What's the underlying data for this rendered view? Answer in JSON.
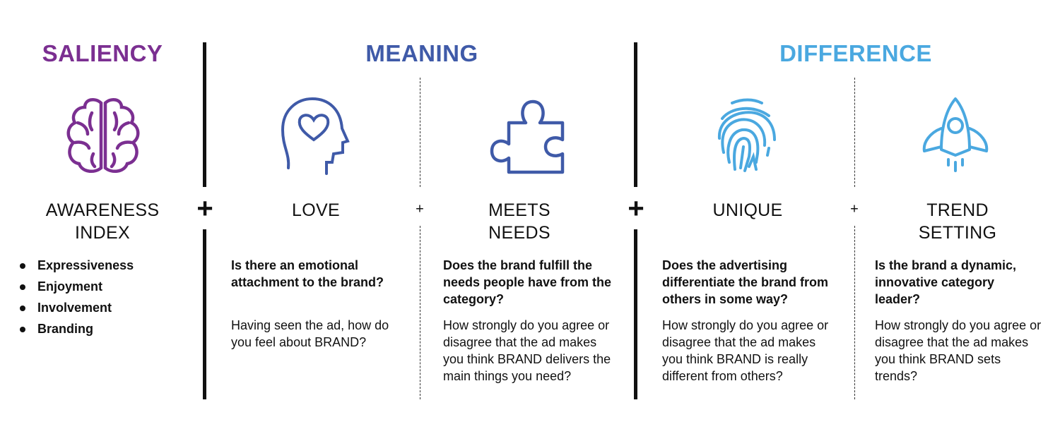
{
  "colors": {
    "saliency": "#7b2f91",
    "meaning": "#3f5aa8",
    "difference": "#4aa8e0"
  },
  "headers": {
    "saliency": "SALIENCY",
    "meaning": "MEANING",
    "difference": "DIFFERENCE"
  },
  "columns": [
    {
      "icon": "brain-icon",
      "label_lines": [
        "AWARENESS",
        "INDEX"
      ],
      "bullets": [
        "Expressiveness",
        "Enjoyment",
        "Involvement",
        "Branding"
      ]
    },
    {
      "icon": "head-heart-icon",
      "label_lines": [
        "LOVE"
      ],
      "question": "Is there an emotional attachment to the brand?",
      "body": "Having seen the ad, how do you feel about BRAND?"
    },
    {
      "icon": "puzzle-piece-icon",
      "label_lines": [
        "MEETS",
        "NEEDS"
      ],
      "question": "Does the brand fulfill the needs people have from the category?",
      "body": "How strongly do you agree or disagree that the ad makes you think BRAND delivers the main things you need?"
    },
    {
      "icon": "fingerprint-icon",
      "label_lines": [
        "UNIQUE"
      ],
      "question": "Does the advertising differentiate the brand from others in some way?",
      "body": "How strongly do you agree or disagree that the ad makes you think BRAND is really different from others?"
    },
    {
      "icon": "rocket-icon",
      "label_lines": [
        "TREND",
        "SETTING"
      ],
      "question": "Is the brand a dynamic, innovative category leader?",
      "body": "How strongly do you agree or disagree that the ad makes you think BRAND sets trends?"
    }
  ],
  "operators": {
    "plus": "+"
  }
}
